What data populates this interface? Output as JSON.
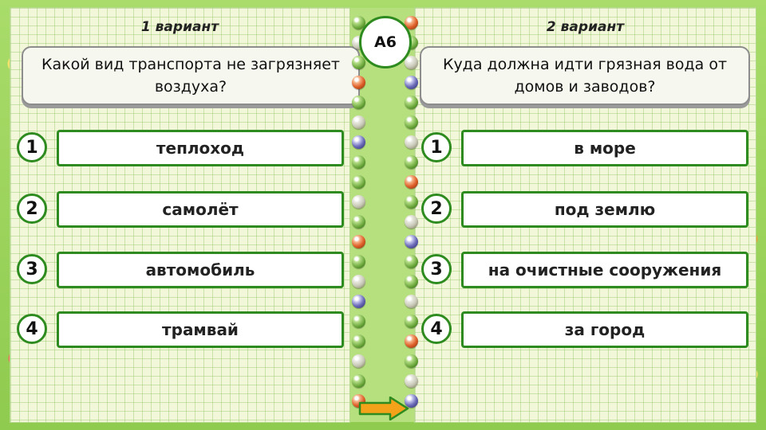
{
  "slide": {
    "badge": "А6",
    "left": {
      "variant": "1 вариант",
      "question": "Какой вид транспорта не загрязняет воздуха?",
      "answers": [
        {
          "num": "1",
          "text": "теплоход"
        },
        {
          "num": "2",
          "text": "самолёт"
        },
        {
          "num": "3",
          "text": "автомобиль"
        },
        {
          "num": "4",
          "text": "трамвай"
        }
      ]
    },
    "right": {
      "variant": "2 вариант",
      "question": "Куда должна идти грязная вода от домов и заводов?",
      "answers": [
        {
          "num": "1",
          "text": "в море"
        },
        {
          "num": "2",
          "text": "под землю"
        },
        {
          "num": "3",
          "text": "на очистные сооружения"
        },
        {
          "num": "4",
          "text": "за город"
        }
      ]
    }
  },
  "colors": {
    "accent_green": "#2e8b1f",
    "arrow_orange": "#f5a21b",
    "background_green": "#9bd35a"
  },
  "icons": {
    "next": "arrow-right-icon"
  }
}
